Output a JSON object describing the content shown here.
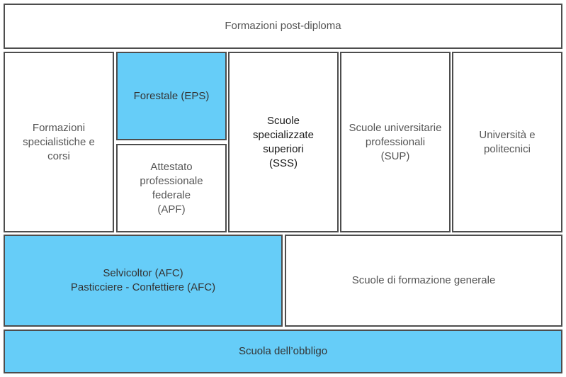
{
  "diagram": {
    "post_diploma": "Formazioni post-diploma",
    "specialist_courses": "Formazioni\nspecialistiche e\ncorsi",
    "forestale_eps": "Forestale (EPS)",
    "apf": "Attestato\nprofessionale\nfederale\n(APF)",
    "sss": "Scuole\nspecializzate\nsuperiori\n(SSS)",
    "sup": "Scuole universitarie\nprofessionali\n(SUP)",
    "university": "Università e\npolitecnici",
    "afc": "Selvicoltor (AFC)\nPasticciere - Confettiere (AFC)",
    "general_schools": "Scuole di formazione generale",
    "compulsory_school": "Scuola dell’obbligo"
  },
  "colors": {
    "highlight": "#66cdf8",
    "border": "#4d4d4d",
    "text": "#555555"
  }
}
